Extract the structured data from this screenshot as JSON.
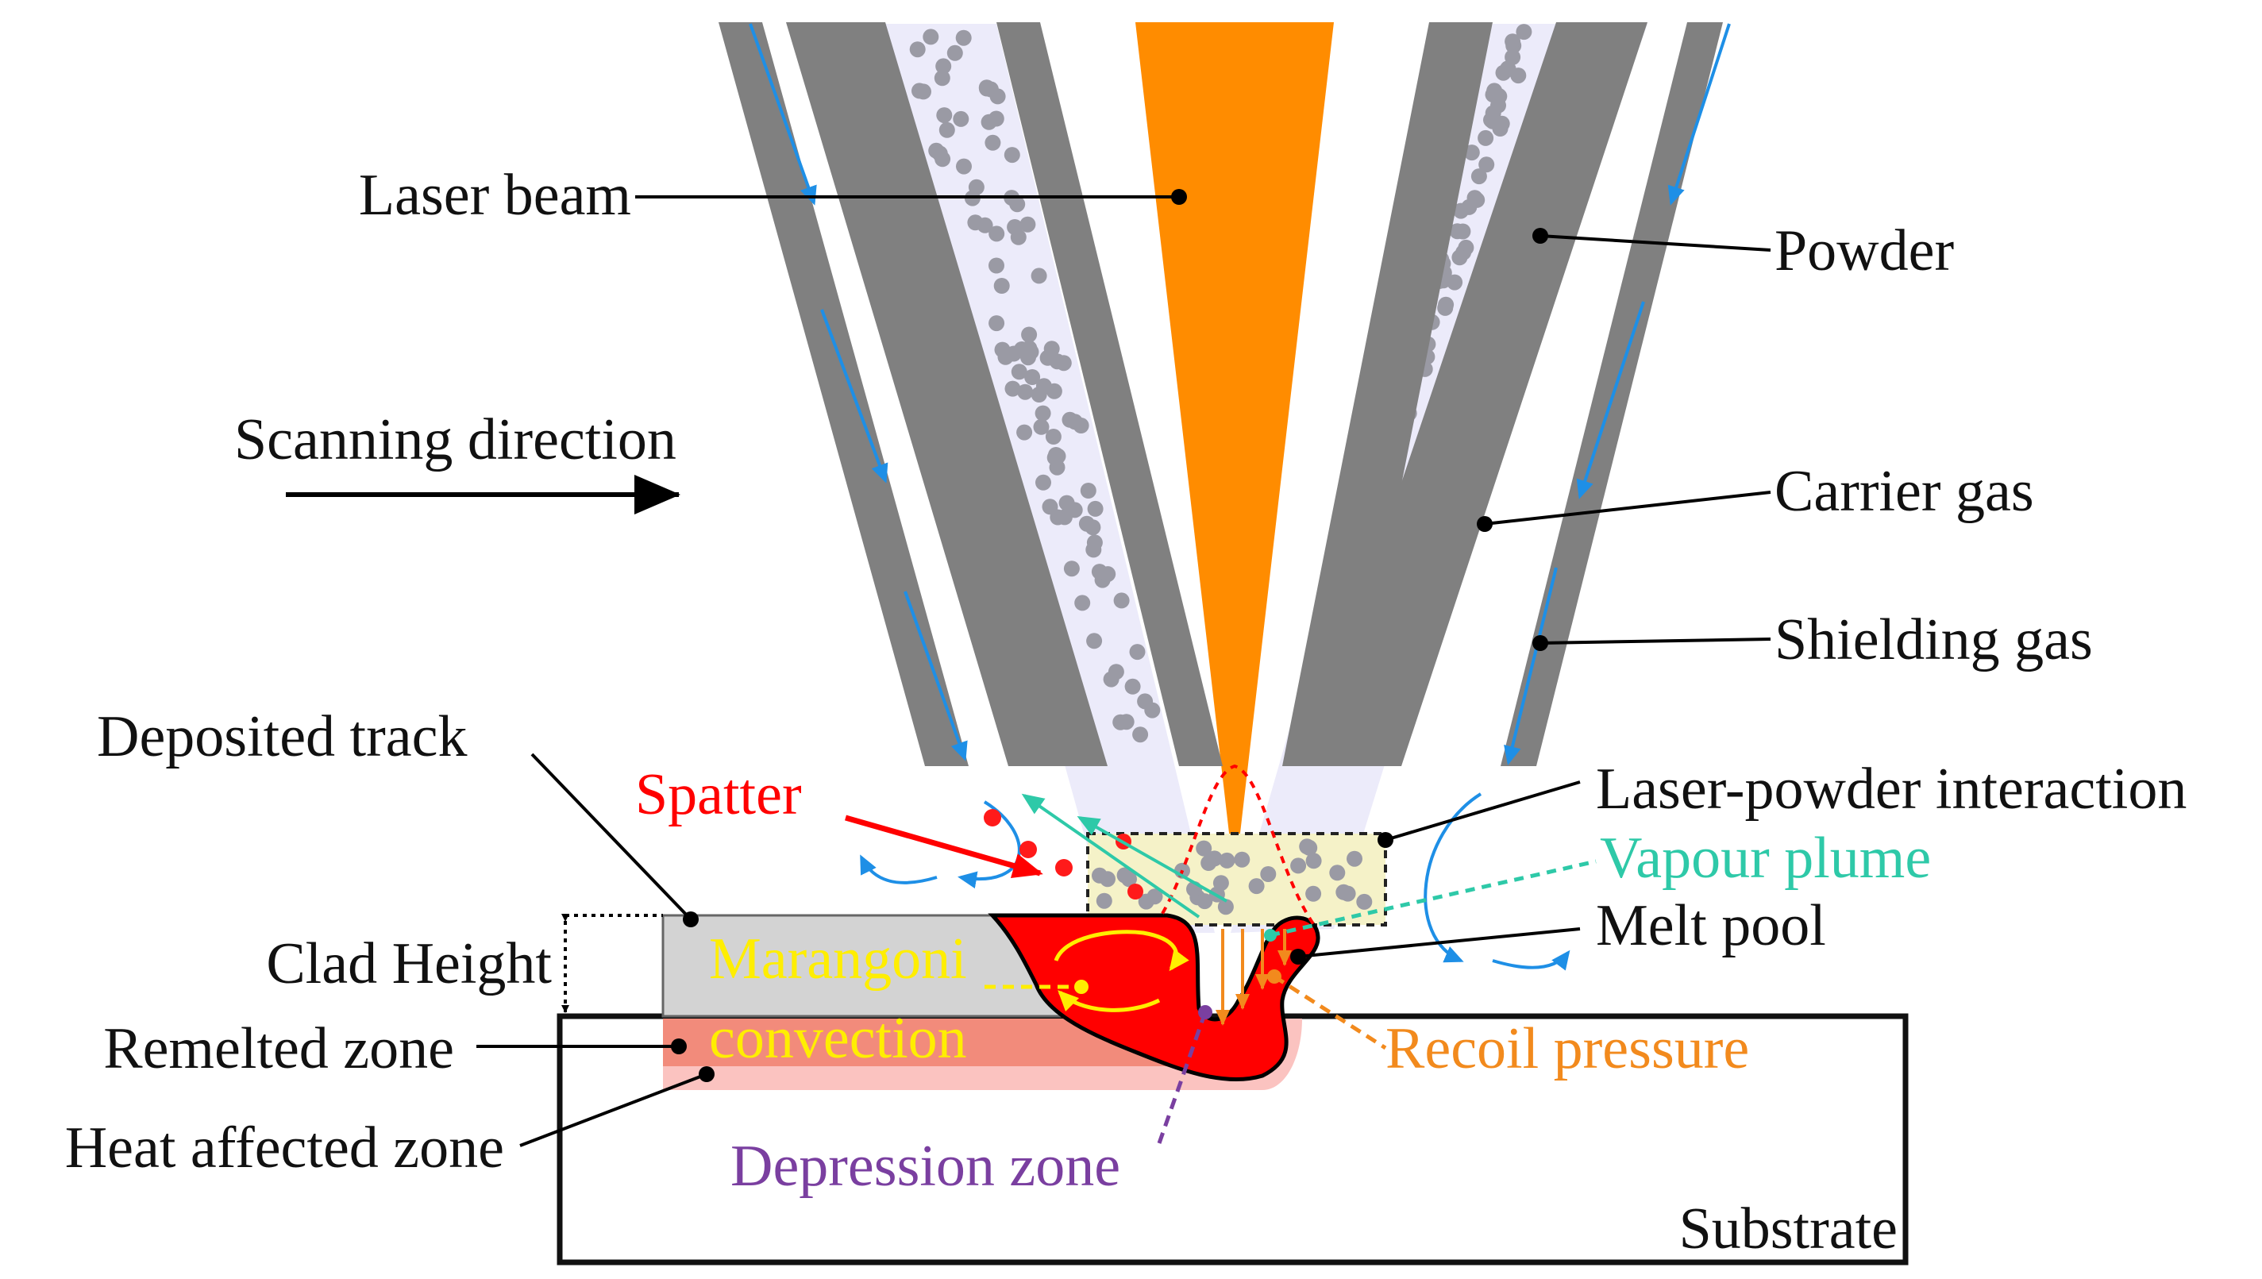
{
  "labels": {
    "laser_beam": "Laser beam",
    "powder": "Powder",
    "scanning_direction": "Scanning direction",
    "carrier_gas": "Carrier gas",
    "shielding_gas": "Shielding gas",
    "deposited_track": "Deposited track",
    "spatter": "Spatter",
    "laser_powder_interaction": "Laser-powder interaction",
    "vapour_plume": "Vapour plume",
    "melt_pool": "Melt pool",
    "clad_height": "Clad Height",
    "marangoni": "Marangoni",
    "convection": "convection",
    "recoil_pressure": "Recoil pressure",
    "remelted_zone": "Remelted zone",
    "heat_affected_zone": "Heat affected zone",
    "depression_zone": "Depression zone",
    "substrate": "Substrate"
  },
  "colors": {
    "nozzle_wall": "#808080",
    "powder_stream": "#ecebfa",
    "powder_particle": "#9a9aa4",
    "laser": "#ff8c00",
    "gas_flow": "#1e8fe6",
    "melt_pool": "#ff0000",
    "deposited_track": "#d3d3d3",
    "remelted_zone": "#f28b7b",
    "heat_affected_zone": "#fbc3c0",
    "interaction_zone": "#f5f2c8",
    "spatter": "#ff1a1a",
    "vapour": "#2ec9a8",
    "marangoni": "#ffee00",
    "recoil": "#f28a1d",
    "depression": "#7a3fa0"
  }
}
